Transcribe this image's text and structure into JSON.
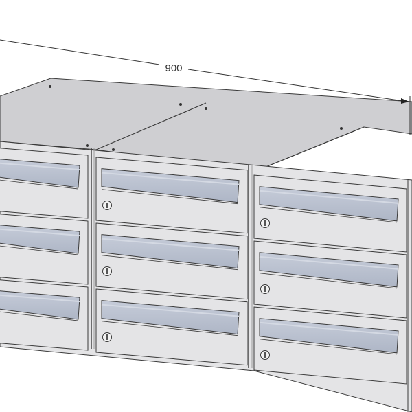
{
  "dimension": {
    "width_label": "900"
  },
  "mailbox_grid": {
    "columns": 3,
    "rows": 3,
    "colors": {
      "body": "#e4e4e6",
      "top": "#cfcfd2",
      "flap": "#b9c0cf",
      "flap_light": "#d4d9e3",
      "outline": "#3a3a3a",
      "lock": "#f2f2f2"
    },
    "icons": [
      "lock-icon",
      "screw-icon",
      "arrow-head-icon"
    ]
  }
}
